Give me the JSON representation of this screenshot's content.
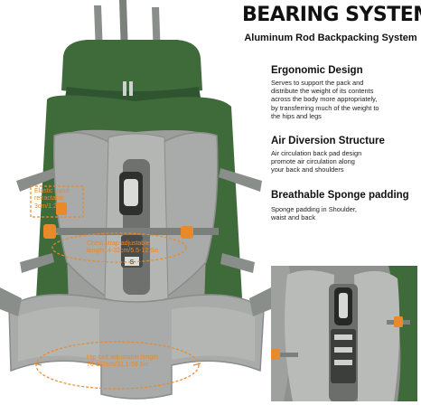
{
  "header": {
    "title": "BEARING SYSTEM",
    "subtitle": "Aluminum Rod Backpacking System"
  },
  "features": [
    {
      "title": "Ergonomic Design",
      "lines": [
        "Serves to support the pack and",
        "distribute the weight of its contents",
        "across the body more appropriately,",
        "by transferring much of the weight to",
        "the hips and legs"
      ]
    },
    {
      "title": "Air Diversion Structure",
      "lines": [
        "Air circulation back pad design",
        "promote air circulation along",
        "your back and shoulders"
      ]
    },
    {
      "title": "Breathable Sponge padding",
      "lines": [
        "Sponge padding in Shoulder,",
        "waist and back"
      ]
    }
  ],
  "callouts": {
    "elastic": [
      "Elastic band",
      "retractable",
      "3cm/1.2in"
    ],
    "chest": [
      "Chest strap adjustable",
      "length14-32cm/5.5-12.6in"
    ],
    "hip": [
      "Hip-belt adjustable length",
      "76-152cm/31.1-59.8in"
    ]
  },
  "buckle_mark": "S",
  "colors": {
    "pack_green": "#3f6b3a",
    "pad_gray": "#a9abaa",
    "strap_gray": "#7c807c",
    "accent_orange": "#e8892a"
  }
}
